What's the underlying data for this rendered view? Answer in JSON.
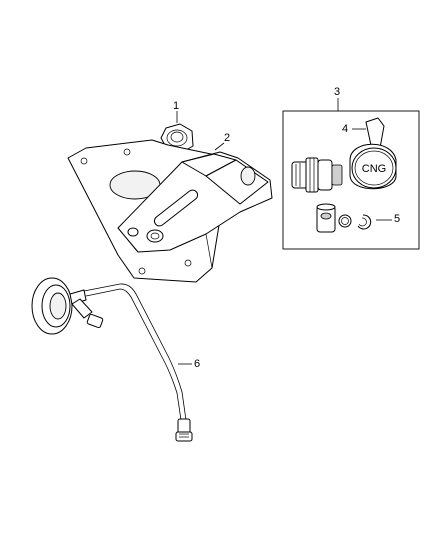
{
  "callouts": [
    {
      "id": "1",
      "text": "1"
    },
    {
      "id": "2",
      "text": "2"
    },
    {
      "id": "3",
      "text": "3"
    },
    {
      "id": "4",
      "text": "4"
    },
    {
      "id": "5",
      "text": "5"
    },
    {
      "id": "6",
      "text": "6"
    }
  ],
  "cap_text": "CNG"
}
